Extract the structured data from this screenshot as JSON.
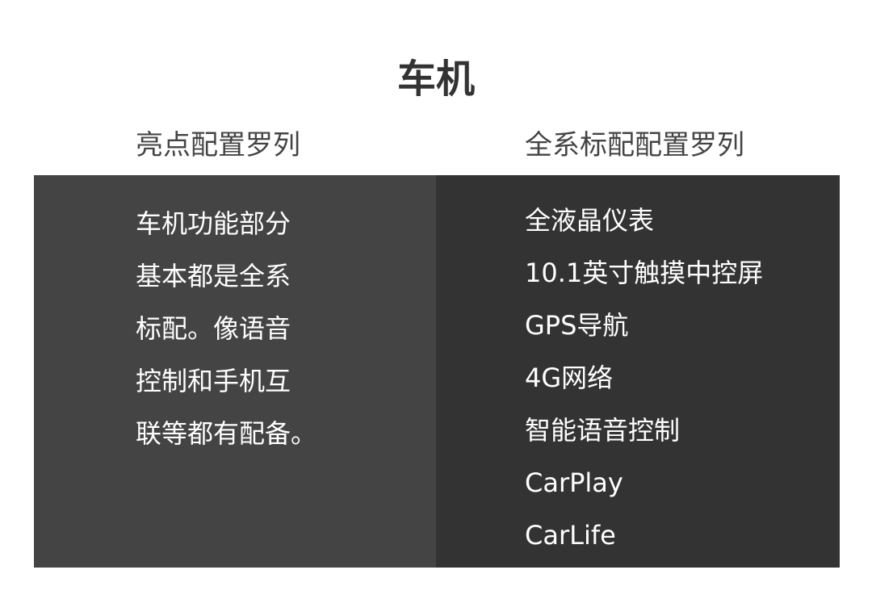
{
  "title": "车机",
  "left": {
    "header": "亮点配置罗列",
    "lines": [
      "车机功能部分",
      "基本都是全系",
      "标配。像语音",
      "控制和手机互",
      "联等都有配备。"
    ]
  },
  "right": {
    "header": "全系标配配置罗列",
    "items": [
      "全液晶仪表",
      "10.1英寸触摸中控屏",
      "GPS导航",
      "4G网络",
      "智能语音控制",
      "CarPlay",
      "CarLife"
    ]
  },
  "colors": {
    "left_panel": "#444444",
    "right_panel": "#333333"
  }
}
